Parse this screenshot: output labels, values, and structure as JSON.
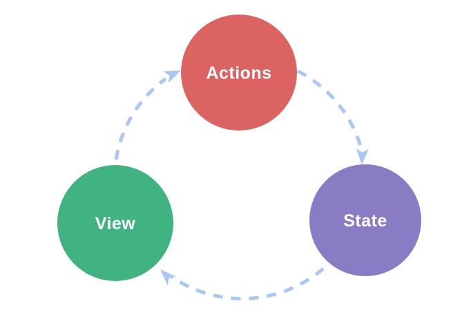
{
  "diagram": {
    "type": "cycle",
    "background": "#ffffff",
    "arrow_color": "#aac7f4",
    "label_color": "#ffffff",
    "nodes": {
      "actions": {
        "label": "Actions",
        "color": "#db6462"
      },
      "view": {
        "label": "View",
        "color": "#41b282"
      },
      "state": {
        "label": "State",
        "color": "#8a7cc4"
      }
    },
    "edges": [
      {
        "from": "View",
        "to": "Actions"
      },
      {
        "from": "Actions",
        "to": "State"
      },
      {
        "from": "State",
        "to": "View"
      }
    ]
  }
}
